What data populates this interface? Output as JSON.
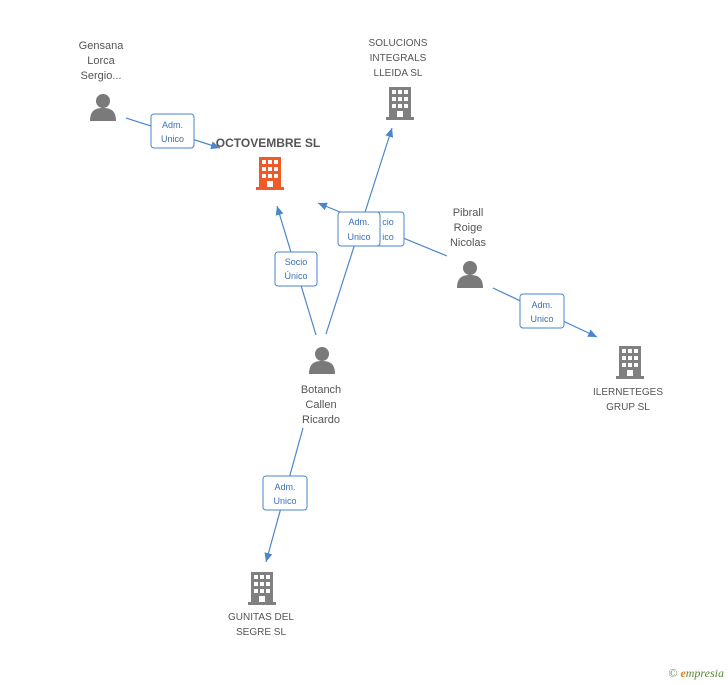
{
  "colors": {
    "edge": "#4a86c8",
    "building": "#808080",
    "main_building": "#f05a28",
    "person": "#7a7a7a"
  },
  "nodes": {
    "octovembre": {
      "label": "OCTOVEMBRE SL",
      "icon": "building-icon"
    },
    "gensana": {
      "lines": [
        "Gensana",
        "Lorca",
        "Sergio..."
      ],
      "icon": "person-icon"
    },
    "solucions": {
      "lines": [
        "SOLUCIONS",
        "INTEGRALS",
        "LLEIDA  SL"
      ],
      "icon": "building-icon"
    },
    "pibrall": {
      "lines": [
        "Pibrall",
        "Roige",
        "Nicolas"
      ],
      "icon": "person-icon"
    },
    "botanch": {
      "lines": [
        "Botanch",
        "Callen",
        "Ricardo"
      ],
      "icon": "person-icon"
    },
    "ilerneteges": {
      "lines": [
        "ILERNETEGES",
        "GRUP SL"
      ],
      "icon": "building-icon"
    },
    "gunitas": {
      "lines": [
        "GUNITAS DEL",
        "SEGRE SL"
      ],
      "icon": "building-icon"
    }
  },
  "edge_labels": {
    "adm_unico": [
      "Adm.",
      "Unico"
    ],
    "socio_unico": [
      "Socio",
      "Único"
    ],
    "socio_unico_partial": [
      "cio",
      "ico"
    ]
  },
  "footer": {
    "copyright": "©",
    "brand_initial": "e",
    "brand_rest": "mpresia"
  }
}
